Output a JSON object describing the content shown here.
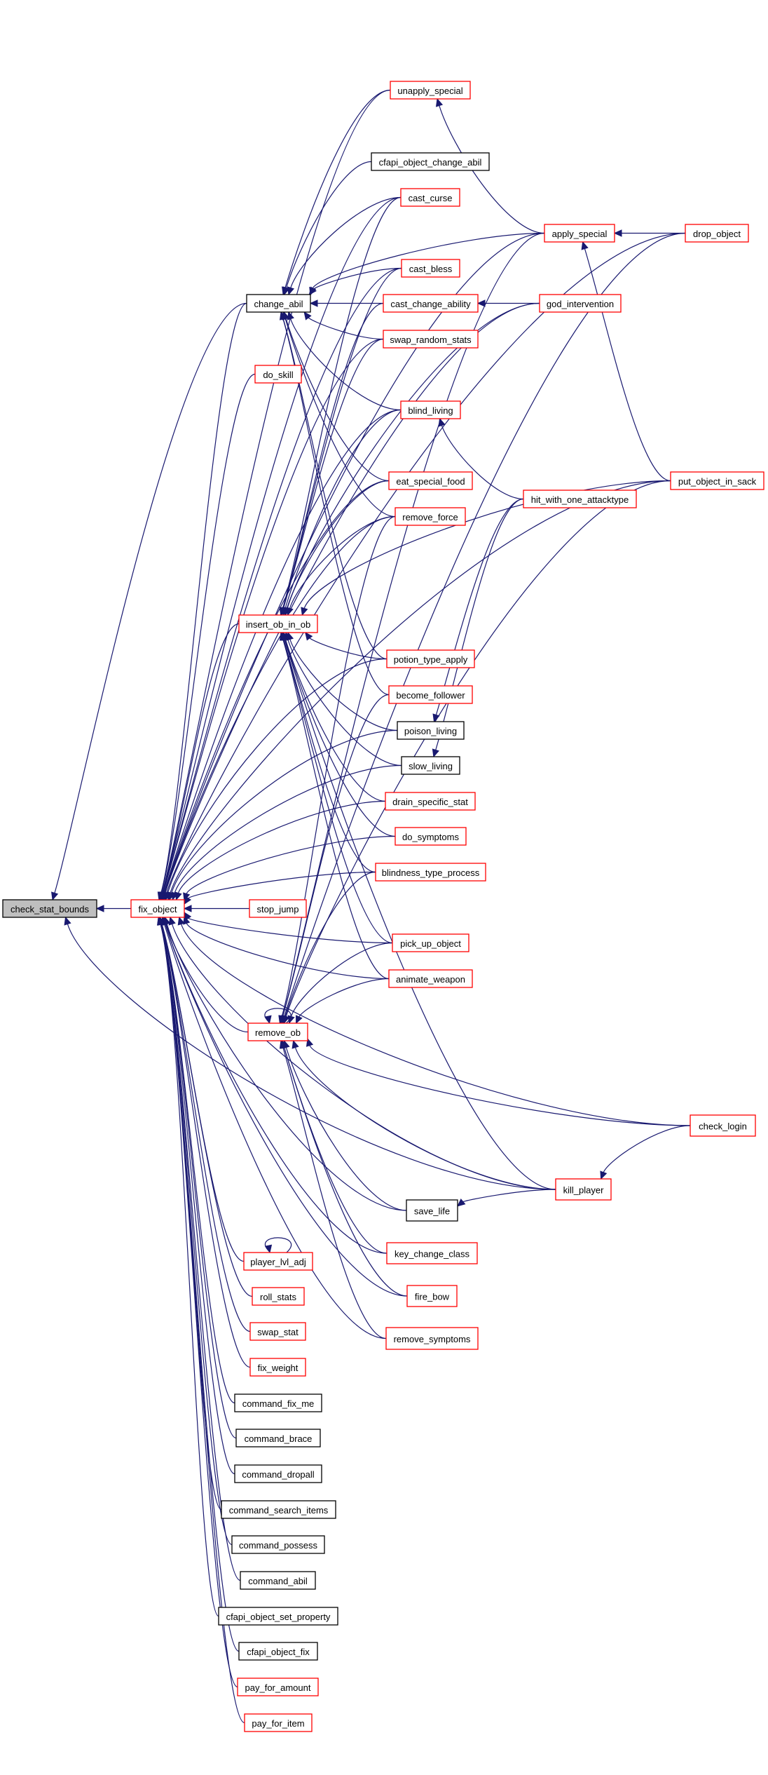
{
  "diagram": {
    "title": "check_stat_bounds",
    "type": "call-graph (caller graph)",
    "colors": {
      "edge": "#191970",
      "root_fill": "#bfbfbf",
      "root_border": "#000000",
      "truncated_border": "#ff0000",
      "complete_border": "#000000",
      "node_fill": "#ffffff"
    },
    "nodes": [
      {
        "id": "check_stat_bounds",
        "label": "check_stat_bounds",
        "style": "gray"
      },
      {
        "id": "fix_object",
        "label": "fix_object",
        "style": "red"
      },
      {
        "id": "stop_jump",
        "label": "stop_jump",
        "style": "red"
      },
      {
        "id": "unapply_special",
        "label": "unapply_special",
        "style": "red"
      },
      {
        "id": "cfapi_object_change_abil",
        "label": "cfapi_object_change_abil",
        "style": "black"
      },
      {
        "id": "cast_curse",
        "label": "cast_curse",
        "style": "red"
      },
      {
        "id": "apply_special",
        "label": "apply_special",
        "style": "red"
      },
      {
        "id": "drop_object",
        "label": "drop_object",
        "style": "red"
      },
      {
        "id": "cast_bless",
        "label": "cast_bless",
        "style": "red"
      },
      {
        "id": "change_abil",
        "label": "change_abil",
        "style": "black"
      },
      {
        "id": "cast_change_ability",
        "label": "cast_change_ability",
        "style": "red"
      },
      {
        "id": "god_intervention",
        "label": "god_intervention",
        "style": "red"
      },
      {
        "id": "swap_random_stats",
        "label": "swap_random_stats",
        "style": "red"
      },
      {
        "id": "do_skill",
        "label": "do_skill",
        "style": "red"
      },
      {
        "id": "blind_living",
        "label": "blind_living",
        "style": "red"
      },
      {
        "id": "eat_special_food",
        "label": "eat_special_food",
        "style": "red"
      },
      {
        "id": "put_object_in_sack",
        "label": "put_object_in_sack",
        "style": "red"
      },
      {
        "id": "hit_with_one_attacktype",
        "label": "hit_with_one_attacktype",
        "style": "red"
      },
      {
        "id": "remove_force",
        "label": "remove_force",
        "style": "red"
      },
      {
        "id": "insert_ob_in_ob",
        "label": "insert_ob_in_ob",
        "style": "red"
      },
      {
        "id": "potion_type_apply",
        "label": "potion_type_apply",
        "style": "red"
      },
      {
        "id": "become_follower",
        "label": "become_follower",
        "style": "red"
      },
      {
        "id": "poison_living",
        "label": "poison_living",
        "style": "black"
      },
      {
        "id": "slow_living",
        "label": "slow_living",
        "style": "black"
      },
      {
        "id": "drain_specific_stat",
        "label": "drain_specific_stat",
        "style": "red"
      },
      {
        "id": "do_symptoms",
        "label": "do_symptoms",
        "style": "red"
      },
      {
        "id": "blindness_type_process",
        "label": "blindness_type_process",
        "style": "red"
      },
      {
        "id": "pick_up_object",
        "label": "pick_up_object",
        "style": "red"
      },
      {
        "id": "animate_weapon",
        "label": "animate_weapon",
        "style": "red"
      },
      {
        "id": "remove_ob",
        "label": "remove_ob",
        "style": "red"
      },
      {
        "id": "check_login",
        "label": "check_login",
        "style": "red"
      },
      {
        "id": "kill_player",
        "label": "kill_player",
        "style": "red"
      },
      {
        "id": "save_life",
        "label": "save_life",
        "style": "black"
      },
      {
        "id": "key_change_class",
        "label": "key_change_class",
        "style": "red"
      },
      {
        "id": "fire_bow",
        "label": "fire_bow",
        "style": "red"
      },
      {
        "id": "remove_symptoms",
        "label": "remove_symptoms",
        "style": "red"
      },
      {
        "id": "player_lvl_adj",
        "label": "player_lvl_adj",
        "style": "red"
      },
      {
        "id": "roll_stats",
        "label": "roll_stats",
        "style": "red"
      },
      {
        "id": "swap_stat",
        "label": "swap_stat",
        "style": "red"
      },
      {
        "id": "fix_weight",
        "label": "fix_weight",
        "style": "red"
      },
      {
        "id": "command_fix_me",
        "label": "command_fix_me",
        "style": "black"
      },
      {
        "id": "command_brace",
        "label": "command_brace",
        "style": "black"
      },
      {
        "id": "command_dropall",
        "label": "command_dropall",
        "style": "black"
      },
      {
        "id": "command_search_items",
        "label": "command_search_items",
        "style": "black"
      },
      {
        "id": "command_possess",
        "label": "command_possess",
        "style": "black"
      },
      {
        "id": "command_abil",
        "label": "command_abil",
        "style": "black"
      },
      {
        "id": "cfapi_object_set_property",
        "label": "cfapi_object_set_property",
        "style": "black"
      },
      {
        "id": "cfapi_object_fix",
        "label": "cfapi_object_fix",
        "style": "black"
      },
      {
        "id": "pay_for_amount",
        "label": "pay_for_amount",
        "style": "red"
      },
      {
        "id": "pay_for_item",
        "label": "pay_for_item",
        "style": "red"
      }
    ],
    "edges": [
      {
        "from": "fix_object",
        "to": "check_stat_bounds"
      },
      {
        "from": "change_abil",
        "to": "check_stat_bounds"
      },
      {
        "from": "kill_player",
        "to": "check_stat_bounds"
      },
      {
        "from": "stop_jump",
        "to": "fix_object"
      },
      {
        "from": "unapply_special",
        "to": "fix_object"
      },
      {
        "from": "cast_curse",
        "to": "fix_object"
      },
      {
        "from": "apply_special",
        "to": "fix_object"
      },
      {
        "from": "drop_object",
        "to": "fix_object"
      },
      {
        "from": "cast_bless",
        "to": "fix_object"
      },
      {
        "from": "change_abil",
        "to": "fix_object"
      },
      {
        "from": "god_intervention",
        "to": "fix_object"
      },
      {
        "from": "swap_random_stats",
        "to": "fix_object"
      },
      {
        "from": "do_skill",
        "to": "fix_object"
      },
      {
        "from": "blind_living",
        "to": "fix_object"
      },
      {
        "from": "eat_special_food",
        "to": "fix_object"
      },
      {
        "from": "put_object_in_sack",
        "to": "fix_object"
      },
      {
        "from": "remove_force",
        "to": "fix_object"
      },
      {
        "from": "insert_ob_in_ob",
        "to": "fix_object"
      },
      {
        "from": "potion_type_apply",
        "to": "fix_object"
      },
      {
        "from": "poison_living",
        "to": "fix_object"
      },
      {
        "from": "slow_living",
        "to": "fix_object"
      },
      {
        "from": "drain_specific_stat",
        "to": "fix_object"
      },
      {
        "from": "do_symptoms",
        "to": "fix_object"
      },
      {
        "from": "blindness_type_process",
        "to": "fix_object"
      },
      {
        "from": "pick_up_object",
        "to": "fix_object"
      },
      {
        "from": "animate_weapon",
        "to": "fix_object"
      },
      {
        "from": "check_login",
        "to": "fix_object"
      },
      {
        "from": "remove_ob",
        "to": "fix_object"
      },
      {
        "from": "save_life",
        "to": "fix_object"
      },
      {
        "from": "key_change_class",
        "to": "fix_object"
      },
      {
        "from": "fire_bow",
        "to": "fix_object"
      },
      {
        "from": "remove_symptoms",
        "to": "fix_object"
      },
      {
        "from": "kill_player",
        "to": "fix_object"
      },
      {
        "from": "player_lvl_adj",
        "to": "fix_object"
      },
      {
        "from": "roll_stats",
        "to": "fix_object"
      },
      {
        "from": "swap_stat",
        "to": "fix_object"
      },
      {
        "from": "fix_weight",
        "to": "fix_object"
      },
      {
        "from": "command_fix_me",
        "to": "fix_object"
      },
      {
        "from": "command_brace",
        "to": "fix_object"
      },
      {
        "from": "command_dropall",
        "to": "fix_object"
      },
      {
        "from": "command_search_items",
        "to": "fix_object"
      },
      {
        "from": "command_possess",
        "to": "fix_object"
      },
      {
        "from": "command_abil",
        "to": "fix_object"
      },
      {
        "from": "cfapi_object_set_property",
        "to": "fix_object"
      },
      {
        "from": "cfapi_object_fix",
        "to": "fix_object"
      },
      {
        "from": "pay_for_amount",
        "to": "fix_object"
      },
      {
        "from": "pay_for_item",
        "to": "fix_object"
      },
      {
        "from": "unapply_special",
        "to": "change_abil"
      },
      {
        "from": "cfapi_object_change_abil",
        "to": "change_abil"
      },
      {
        "from": "cast_curse",
        "to": "change_abil"
      },
      {
        "from": "apply_special",
        "to": "change_abil"
      },
      {
        "from": "cast_bless",
        "to": "change_abil"
      },
      {
        "from": "cast_change_ability",
        "to": "change_abil"
      },
      {
        "from": "swap_random_stats",
        "to": "change_abil"
      },
      {
        "from": "blind_living",
        "to": "change_abil"
      },
      {
        "from": "eat_special_food",
        "to": "change_abil"
      },
      {
        "from": "remove_force",
        "to": "change_abil"
      },
      {
        "from": "potion_type_apply",
        "to": "change_abil"
      },
      {
        "from": "become_follower",
        "to": "change_abil"
      },
      {
        "from": "god_intervention",
        "to": "cast_change_ability"
      },
      {
        "from": "drop_object",
        "to": "apply_special"
      },
      {
        "from": "put_object_in_sack",
        "to": "apply_special"
      },
      {
        "from": "apply_special",
        "to": "unapply_special"
      },
      {
        "from": "hit_with_one_attacktype",
        "to": "blind_living"
      },
      {
        "from": "hit_with_one_attacktype",
        "to": "poison_living"
      },
      {
        "from": "hit_with_one_attacktype",
        "to": "slow_living"
      },
      {
        "from": "cast_curse",
        "to": "insert_ob_in_ob"
      },
      {
        "from": "cast_bless",
        "to": "insert_ob_in_ob"
      },
      {
        "from": "cast_change_ability",
        "to": "insert_ob_in_ob"
      },
      {
        "from": "god_intervention",
        "to": "insert_ob_in_ob"
      },
      {
        "from": "blind_living",
        "to": "insert_ob_in_ob"
      },
      {
        "from": "eat_special_food",
        "to": "insert_ob_in_ob"
      },
      {
        "from": "put_object_in_sack",
        "to": "insert_ob_in_ob"
      },
      {
        "from": "remove_force",
        "to": "insert_ob_in_ob"
      },
      {
        "from": "potion_type_apply",
        "to": "insert_ob_in_ob"
      },
      {
        "from": "poison_living",
        "to": "insert_ob_in_ob"
      },
      {
        "from": "slow_living",
        "to": "insert_ob_in_ob"
      },
      {
        "from": "drain_specific_stat",
        "to": "insert_ob_in_ob"
      },
      {
        "from": "do_symptoms",
        "to": "insert_ob_in_ob"
      },
      {
        "from": "blindness_type_process",
        "to": "insert_ob_in_ob"
      },
      {
        "from": "pick_up_object",
        "to": "insert_ob_in_ob"
      },
      {
        "from": "animate_weapon",
        "to": "insert_ob_in_ob"
      },
      {
        "from": "kill_player",
        "to": "insert_ob_in_ob"
      },
      {
        "from": "swap_random_stats",
        "to": "insert_ob_in_ob"
      },
      {
        "from": "remove_ob",
        "to": "remove_ob"
      },
      {
        "from": "apply_special",
        "to": "remove_ob"
      },
      {
        "from": "drop_object",
        "to": "remove_ob"
      },
      {
        "from": "put_object_in_sack",
        "to": "remove_ob"
      },
      {
        "from": "remove_force",
        "to": "remove_ob"
      },
      {
        "from": "become_follower",
        "to": "remove_ob"
      },
      {
        "from": "blindness_type_process",
        "to": "remove_ob"
      },
      {
        "from": "pick_up_object",
        "to": "remove_ob"
      },
      {
        "from": "animate_weapon",
        "to": "remove_ob"
      },
      {
        "from": "check_login",
        "to": "remove_ob"
      },
      {
        "from": "kill_player",
        "to": "remove_ob"
      },
      {
        "from": "save_life",
        "to": "remove_ob"
      },
      {
        "from": "key_change_class",
        "to": "remove_ob"
      },
      {
        "from": "fire_bow",
        "to": "remove_ob"
      },
      {
        "from": "remove_symptoms",
        "to": "remove_ob"
      },
      {
        "from": "check_login",
        "to": "kill_player"
      },
      {
        "from": "kill_player",
        "to": "save_life"
      },
      {
        "from": "player_lvl_adj",
        "to": "player_lvl_adj"
      }
    ]
  }
}
